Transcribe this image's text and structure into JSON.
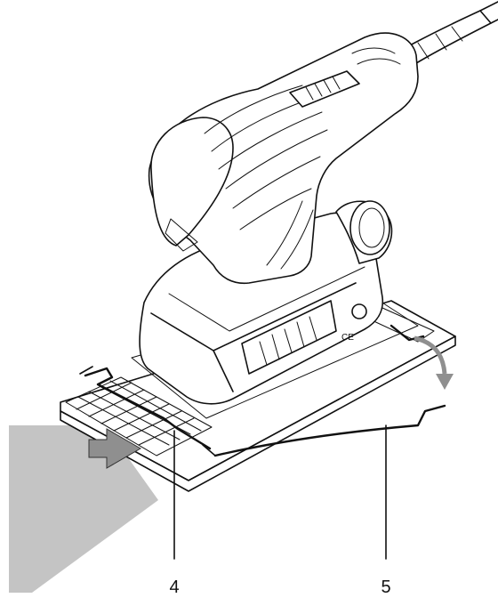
{
  "callouts": [
    {
      "id": "4",
      "label": "4"
    },
    {
      "id": "5",
      "label": "5"
    }
  ],
  "colors": {
    "line": "#111111",
    "sheet": "#c4c4c4",
    "arrow_fill": "#8f8f8f",
    "background": "#ffffff"
  }
}
